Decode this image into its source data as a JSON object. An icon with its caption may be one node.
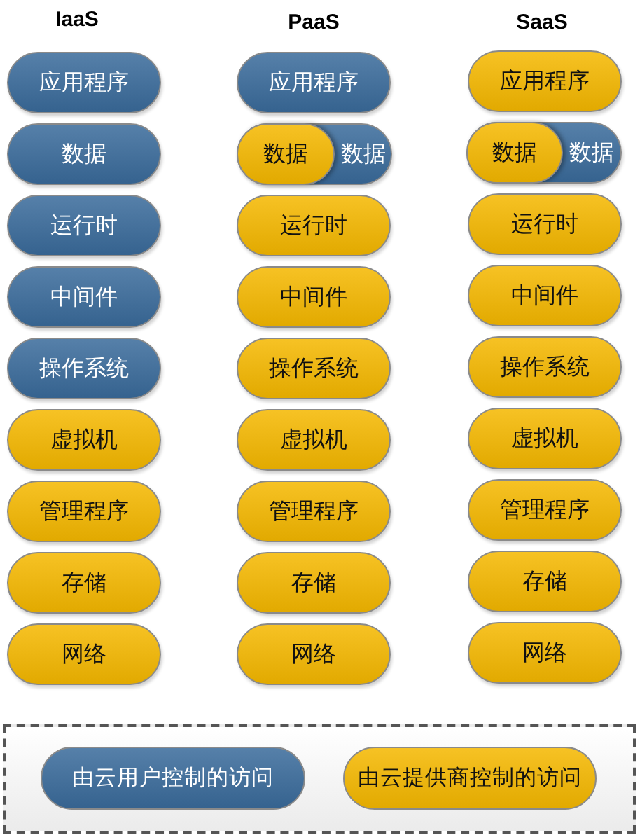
{
  "diagram": {
    "nodes": [
      {
        "text": [
          "应用程序"
        ]
      },
      {
        "text": [
          "数据"
        ]
      },
      {
        "text": [
          "运行时"
        ]
      },
      {
        "text": [
          "中间件"
        ]
      },
      {
        "text": [
          "操作系统"
        ]
      },
      {
        "text": [
          "虚拟机"
        ]
      },
      {
        "text": [
          "管理程序"
        ]
      },
      {
        "text": [
          "存储"
        ]
      },
      {
        "text": [
          "网络"
        ]
      },
      {
        "text": [
          "应用程序"
        ]
      },
      {
        "text": [
          "数据"
        ]
      },
      {
        "text": [
          "数据"
        ],
        "in": 10
      },
      {
        "text": [
          "运行时"
        ]
      },
      {
        "text": [
          "中间件"
        ]
      },
      {
        "text": [
          "操作系统"
        ]
      },
      {
        "text": [
          "虚拟机"
        ]
      },
      {
        "text": [
          "管理程序"
        ]
      },
      {
        "text": [
          "存储"
        ]
      },
      {
        "text": [
          "网络"
        ]
      },
      {
        "text": [
          "应用程序"
        ]
      },
      {
        "text": [
          "数据"
        ]
      },
      {
        "text": [
          "数据"
        ],
        "in": 20
      },
      {
        "text": [
          "运行时"
        ]
      },
      {
        "text": [
          "中间件"
        ]
      },
      {
        "text": [
          "操作系统"
        ]
      },
      {
        "text": [
          "虚拟机"
        ]
      },
      {
        "text": [
          "管理程序"
        ]
      },
      {
        "text": [
          "存储"
        ]
      },
      {
        "text": [
          "网络"
        ]
      }
    ],
    "labels": [
      "IaaS",
      "PaaS",
      "SaaS"
    ],
    "legend": [
      {
        "text": "由云用户控制的访问",
        "color": "#3a6b9b"
      },
      {
        "text": "由云提供商控制的访问",
        "color": "#f5b800"
      }
    ]
  }
}
